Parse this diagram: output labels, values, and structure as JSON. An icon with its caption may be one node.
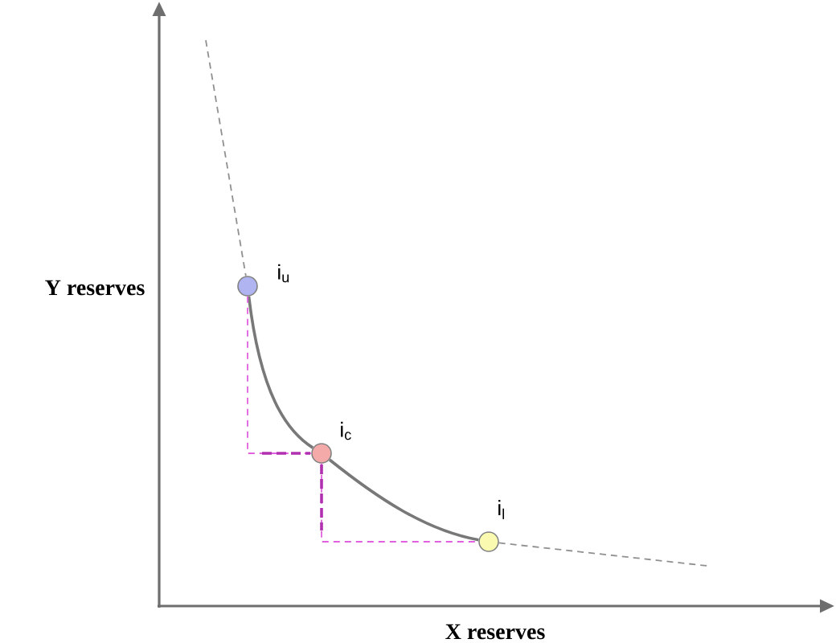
{
  "diagram": {
    "nodes": [
      {
        "text": [],
        "shape": "circle",
        "beside": [
          "i$_{u}$"
        ]
      },
      {
        "text": [],
        "shape": "circle",
        "beside": [
          "i$_{c}$"
        ]
      },
      {
        "text": [],
        "shape": "circle",
        "beside": [
          "i$_{l}$"
        ]
      }
    ],
    "edges": [
      {
        "from": 0,
        "to": 1,
        "arrow": "none"
      },
      {
        "from": 1,
        "to": 2,
        "arrow": "none"
      },
      {
        "from": 0,
        "to": 1,
        "arrow": "none",
        "style": "dashed",
        "color": "#e060e0"
      },
      {
        "from": 1,
        "to": 2,
        "arrow": "none",
        "style": "dashed",
        "color": "#e060e0"
      },
      {
        "from": null,
        "to": 0,
        "arrow": "none",
        "style": "dashed",
        "color": "#909090"
      },
      {
        "from": 2,
        "to": null,
        "arrow": "none",
        "style": "dashed",
        "color": "#909090"
      }
    ],
    "labels": [
      "Y reserves",
      "X reserves"
    ]
  }
}
